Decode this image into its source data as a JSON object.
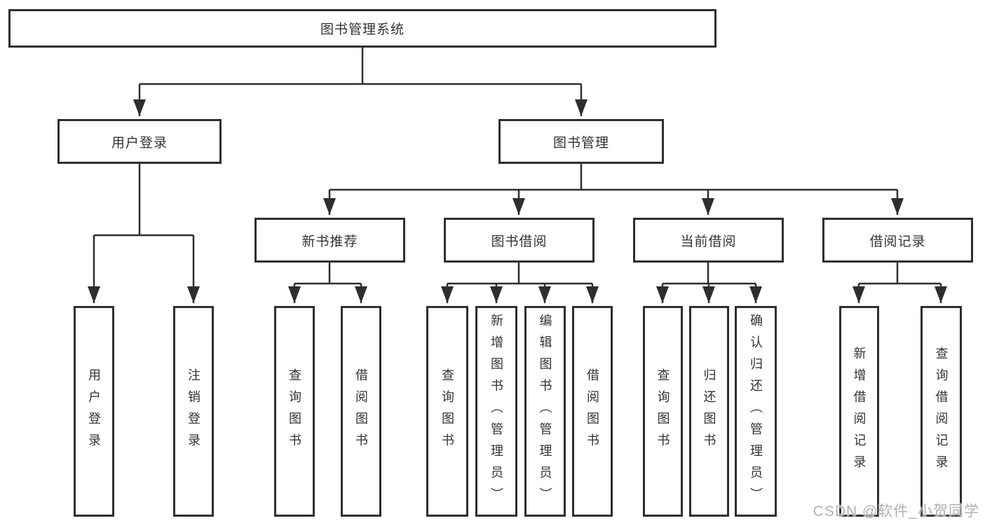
{
  "tree": {
    "label": "图书管理系统",
    "children": [
      {
        "label": "用户登录",
        "children": [
          {
            "label": "用户登录"
          },
          {
            "label": "注销登录"
          }
        ]
      },
      {
        "label": "图书管理",
        "children": [
          {
            "label": "新书推荐",
            "children": [
              {
                "label": "查询图书"
              },
              {
                "label": "借阅图书"
              }
            ]
          },
          {
            "label": "图书借阅",
            "children": [
              {
                "label": "查询图书"
              },
              {
                "label": "新增图书（管理员）"
              },
              {
                "label": "编辑图书（管理员）"
              },
              {
                "label": "借阅图书"
              }
            ]
          },
          {
            "label": "当前借阅",
            "children": [
              {
                "label": "查询图书"
              },
              {
                "label": "归还图书"
              },
              {
                "label": "确认归还（管理员）"
              }
            ]
          },
          {
            "label": "借阅记录",
            "children": [
              {
                "label": "新增借阅记录"
              },
              {
                "label": "查询借阅记录"
              }
            ]
          }
        ]
      }
    ]
  },
  "watermark": {
    "text": "CSDN @软件_小贺同学"
  },
  "colors": {
    "line": "#2e2e2e",
    "box_border": "#2f2f2f",
    "text": "#333333",
    "watermark": "#b1b1b1",
    "background": "#ffffff"
  }
}
